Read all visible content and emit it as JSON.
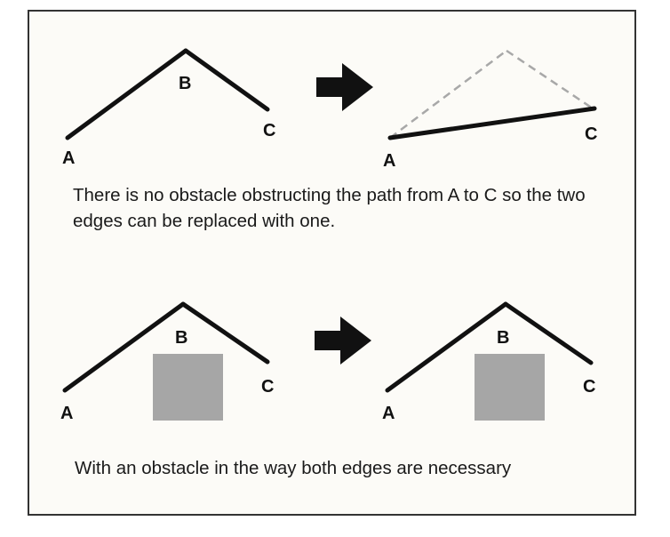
{
  "diagram": {
    "colors": {
      "background": "#fcfbf7",
      "border": "#333333",
      "edge": "#111111",
      "removed_edge": "#a8a8a8",
      "obstacle": "#a6a6a6",
      "arrow": "#111111"
    },
    "top_row": {
      "before": {
        "a_label": "A",
        "b_label": "B",
        "c_label": "C"
      },
      "after": {
        "a_label": "A",
        "c_label": "C"
      },
      "caption": "There is no obstacle obstructing the path from A to C so the two edges can be replaced with one."
    },
    "bottom_row": {
      "before": {
        "a_label": "A",
        "b_label": "B",
        "c_label": "C"
      },
      "after": {
        "a_label": "A",
        "b_label": "B",
        "c_label": "C"
      },
      "caption": "With an obstacle in the way both edges are necessary"
    }
  }
}
